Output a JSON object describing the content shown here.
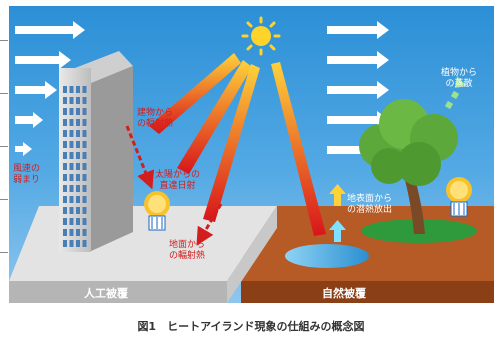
{
  "caption": "図1　ヒートアイランド現象の仕組みの概念図",
  "labels": {
    "wind": "風速の\n弱まり",
    "building_radiation": "建物から\nの輻射熱",
    "direct_sun": "太陽からの\n直達日射",
    "ground_radiation": "地面から\nの輻射熱",
    "latent_heat": "地表面から\nの潜熱放出",
    "plant_transpiration": "植物から\nの蒸散",
    "artificial_cover": "人工被覆",
    "natural_cover": "自然被覆"
  },
  "colors": {
    "sky_top": "#2c8fd6",
    "artificial_ground": "#d9d9d9",
    "natural_ground": "#9b4b1f",
    "sun": "#ffd42a",
    "heat_label": "#d21e1e",
    "water_label": "#1a66c2"
  }
}
